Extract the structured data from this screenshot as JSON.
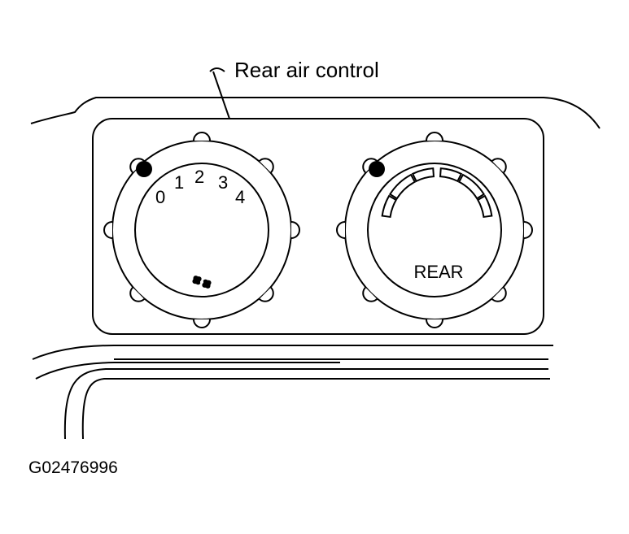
{
  "callout": {
    "label": "Rear air control"
  },
  "fan_dial": {
    "icon": "fan-icon",
    "speed_labels": [
      "0",
      "1",
      "2",
      "3",
      "4"
    ]
  },
  "temp_dial": {
    "label": "REAR"
  },
  "figure_id": "G02476996",
  "colors": {
    "ink": "#000000",
    "paper": "#ffffff"
  }
}
